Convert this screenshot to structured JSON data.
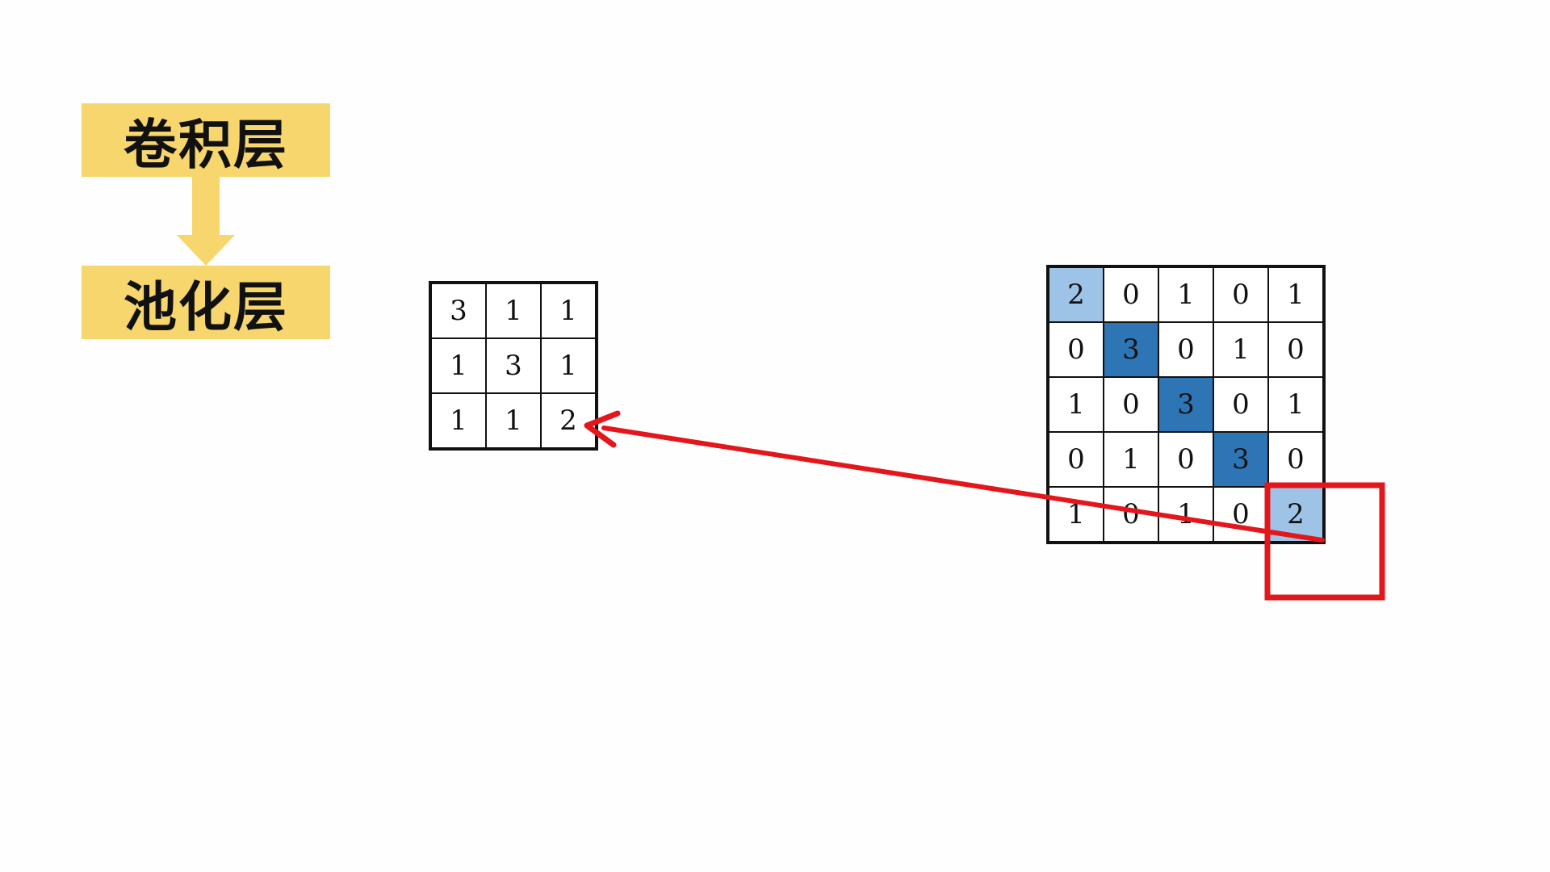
{
  "labels": {
    "conv": "卷积层",
    "pool": "池化层"
  },
  "pool_grid": {
    "rows": [
      [
        "3",
        "1",
        "1"
      ],
      [
        "1",
        "3",
        "1"
      ],
      [
        "1",
        "1",
        "2"
      ]
    ]
  },
  "feature_grid": {
    "rows": [
      [
        "2",
        "0",
        "1",
        "0",
        "1"
      ],
      [
        "0",
        "3",
        "0",
        "1",
        "0"
      ],
      [
        "1",
        "0",
        "3",
        "0",
        "1"
      ],
      [
        "0",
        "1",
        "0",
        "3",
        "0"
      ],
      [
        "1",
        "0",
        "1",
        "0",
        "2"
      ]
    ],
    "highlight": [
      [
        "light",
        "",
        "",
        "",
        ""
      ],
      [
        "",
        "dark",
        "",
        "",
        ""
      ],
      [
        "",
        "",
        "dark",
        "",
        ""
      ],
      [
        "",
        "",
        "",
        "dark",
        ""
      ],
      [
        "",
        "",
        "",
        "",
        "light"
      ]
    ]
  },
  "colors": {
    "label_bg": "#f7d66d",
    "highlight_light": "#9dc3e6",
    "highlight_dark": "#2e75b6",
    "annotation_red": "#e3161c"
  },
  "icons": {
    "flow": "down-arrow-icon",
    "mapping": "red-arrow-icon",
    "window": "red-window-icon"
  }
}
